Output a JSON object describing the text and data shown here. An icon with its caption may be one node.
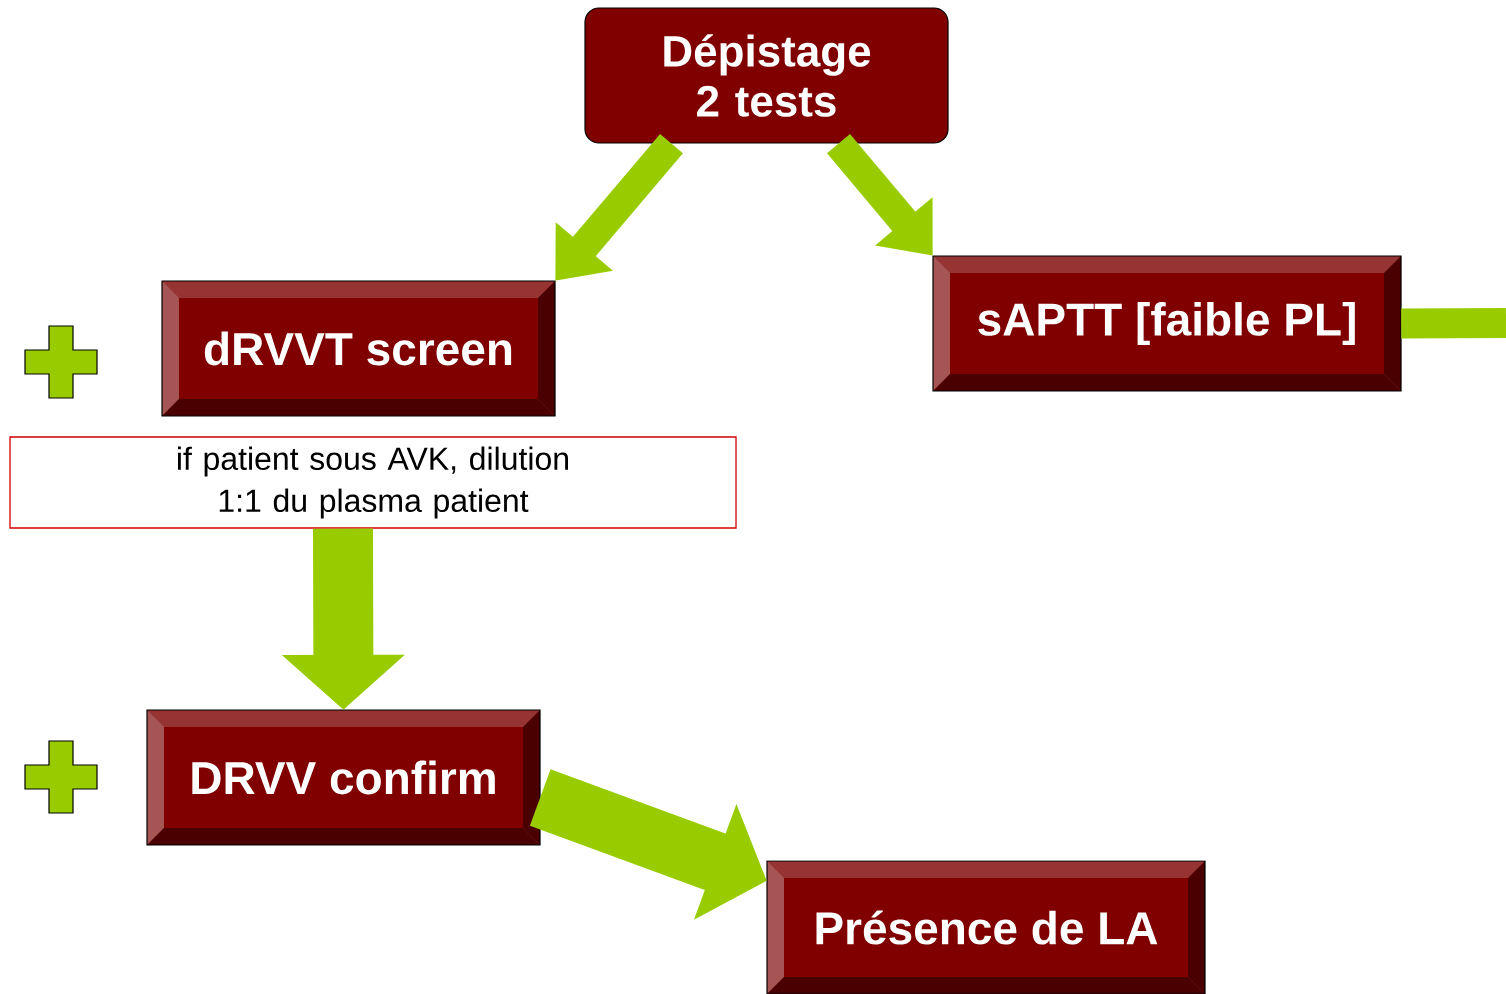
{
  "diagram": {
    "nodes": [
      {
        "text": [
          "Dépistage 2 tests"
        ]
      },
      {
        "text": [
          "dRVVT screen"
        ]
      },
      {
        "text": [
          "sAPTT [faible PL]"
        ]
      },
      {
        "text": [
          "if patient sous AVK, dilution 1:1 du plasma patient"
        ]
      },
      {
        "text": [
          "DRVV confirm"
        ]
      },
      {
        "text": [
          "Présence de LA"
        ]
      }
    ],
    "edges": [
      {
        "from": 0,
        "to": 1,
        "arrow": "to"
      },
      {
        "from": 0,
        "to": 2,
        "arrow": "to"
      },
      {
        "from": 2,
        "to": null,
        "arrow": "none"
      },
      {
        "from": 3,
        "to": 4,
        "arrow": "to",
        "style": "thick"
      },
      {
        "from": 4,
        "to": 5,
        "arrow": "to",
        "style": "thick"
      }
    ]
  }
}
